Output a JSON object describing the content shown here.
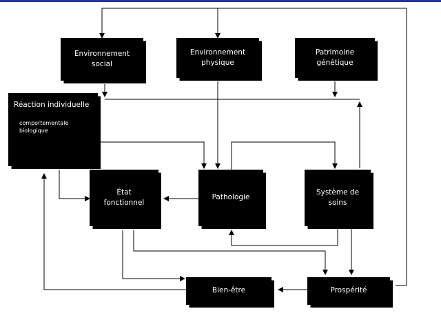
{
  "nodes": {
    "env_social": {
      "lines": [
        "Environnement",
        "social"
      ]
    },
    "env_physique": {
      "lines": [
        "Environnement",
        "physique"
      ]
    },
    "patrimoine": {
      "lines": [
        "Patrimoine",
        "génétique"
      ]
    },
    "reaction": {
      "title": "Réaction individuelle",
      "sub": [
        "comportementale",
        "biologique"
      ]
    },
    "etat": {
      "lines": [
        "État",
        "fonctionnel"
      ]
    },
    "pathologie": {
      "lines": [
        "Pathologie"
      ]
    },
    "soins": {
      "lines": [
        "Système de",
        "soins"
      ]
    },
    "bienetre": {
      "lines": [
        "Bien-être"
      ]
    },
    "prosperite": {
      "lines": [
        "Prospérité"
      ]
    }
  },
  "colors": {
    "box": "#000000",
    "text": "#ffffff",
    "line": "#000000",
    "top_rule": "#2233aa"
  }
}
